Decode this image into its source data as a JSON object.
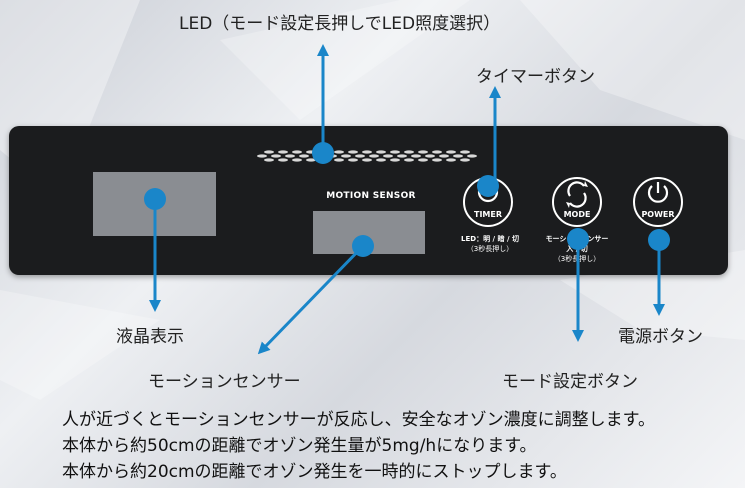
{
  "labels": {
    "led": "LED（モード設定長押しでLED照度選択）",
    "timer_button": "タイマーボタン",
    "lcd": "液晶表示",
    "power_button": "電源ボタン",
    "motion_sensor": "モーションセンサー",
    "mode_button": "モード設定ボタン"
  },
  "panel": {
    "sensor_label": "MOTION SENSOR",
    "timer": "TIMER",
    "mode": "MODE",
    "power": "POWER",
    "timer_sub_1": "LED：明 / 暗 / 切",
    "timer_sub_2": "（3秒長押し）",
    "mode_sub_1": "モーションセンサー",
    "mode_sub_2": "入 / 切",
    "mode_sub_3": "（3秒長押し）"
  },
  "notes": [
    "人が近づくとモーションセンサーが反応し、安全なオゾン濃度に調整します。",
    "本体から約50cmの距離でオゾン発生量が5mg/hになります。",
    "本体から約20cmの距離でオゾン発生を一時的にストップします。"
  ],
  "colors": {
    "accent": "#1a86c9",
    "panel": "#1b1c1e"
  }
}
